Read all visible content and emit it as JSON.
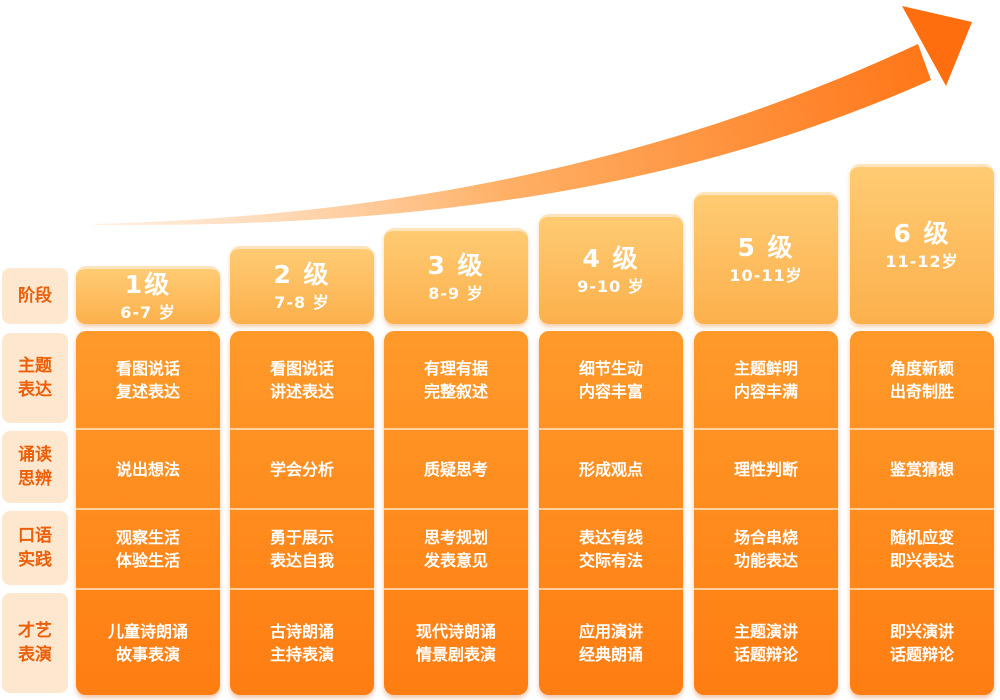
{
  "row_labels": [
    "阶段",
    "主题\n表达",
    "诵读\n思辨",
    "口语\n实践",
    "才艺\n表演"
  ],
  "levels": [
    {
      "level": "1级",
      "age": "6-7 岁"
    },
    {
      "level": "2 级",
      "age": "7-8 岁"
    },
    {
      "level": "3 级",
      "age": "8-9 岁"
    },
    {
      "level": "4 级",
      "age": "9-10 岁"
    },
    {
      "level": "5 级",
      "age": "10-11岁"
    },
    {
      "level": "6 级",
      "age": "11-12岁"
    }
  ],
  "grid": [
    [
      "看图说话\n复述表达",
      "说出想法",
      "观察生活\n体验生活",
      "儿童诗朗诵\n故事表演"
    ],
    [
      "看图说话\n讲述表达",
      "学会分析",
      "勇于展示\n表达自我",
      "古诗朗诵\n主持表演"
    ],
    [
      "有理有据\n完整叙述",
      "质疑思考",
      "思考规划\n发表意见",
      "现代诗朗诵\n情景剧表演"
    ],
    [
      "细节生动\n内容丰富",
      "形成观点",
      "表达有线\n交际有法",
      "应用演讲\n经典朗诵"
    ],
    [
      "主题鲜明\n内容丰满",
      "理性判断",
      "场合串烧\n功能表达",
      "主题演讲\n话题辩论"
    ],
    [
      "角度新颖\n出奇制胜",
      "鉴赏猜想",
      "随机应变\n即兴表达",
      "即兴演讲\n话题辩论"
    ]
  ],
  "colors": {
    "arrow": "#ff7b16",
    "cell": "#ff8c1e",
    "level_box": "#fdbb5c",
    "label_bg": "#fde8cf",
    "label_text": "#ec5f0a"
  }
}
